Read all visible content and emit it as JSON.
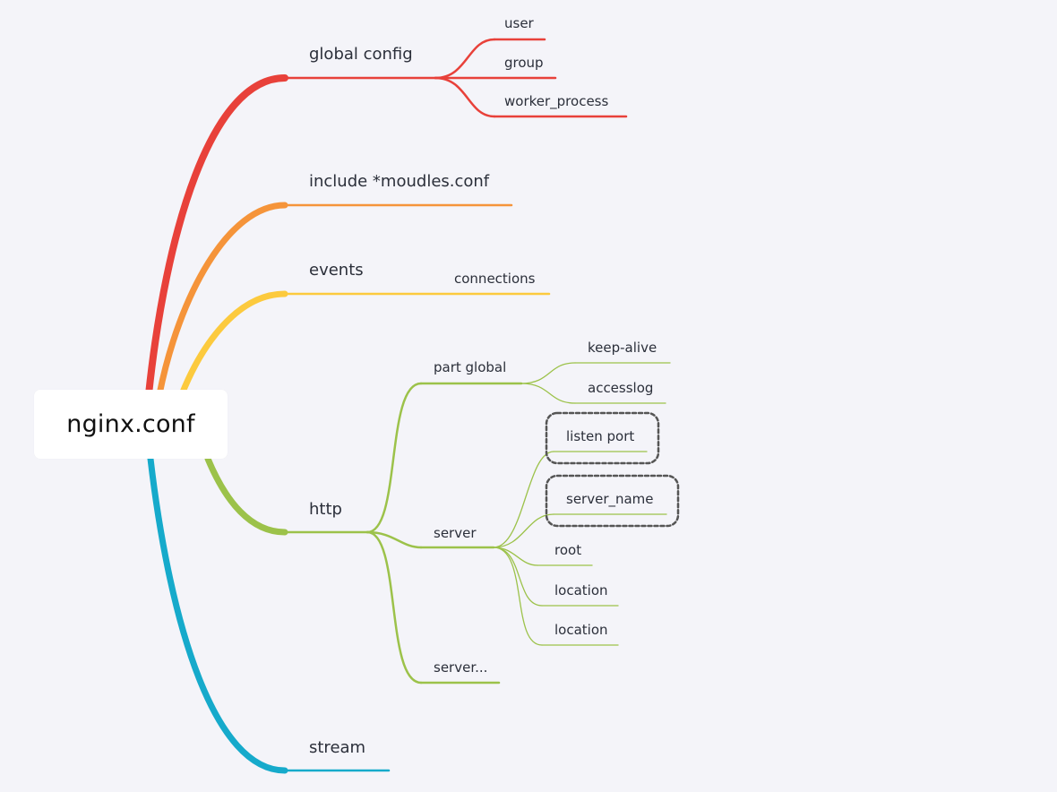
{
  "colors": {
    "red": "#e8413a",
    "orange": "#f5943a",
    "yellow": "#fcca3e",
    "green": "#9cc24a",
    "blue": "#16aacb",
    "dashed_border": "#555555"
  },
  "root": {
    "label": "nginx.conf"
  },
  "branches": {
    "global": {
      "label": "global config",
      "children": [
        "user",
        "group",
        "worker_process"
      ]
    },
    "include": {
      "label": "include *moudles.conf"
    },
    "events": {
      "label": "events",
      "children": [
        "connections"
      ]
    },
    "http": {
      "label": "http",
      "part_global": {
        "label": "part global",
        "children": [
          "keep-alive",
          "accesslog"
        ]
      },
      "server": {
        "label": "server",
        "children": [
          "listen port",
          "server_name",
          "root",
          "location",
          "location"
        ],
        "highlighted": [
          "listen port",
          "server_name"
        ]
      },
      "server_more": {
        "label": "server..."
      }
    },
    "stream": {
      "label": "stream"
    }
  }
}
